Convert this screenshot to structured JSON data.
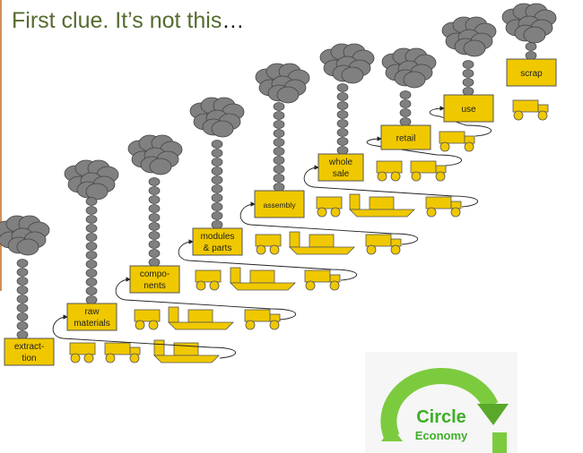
{
  "title": {
    "text": "First clue.   It’s not this",
    "ellipsis": "…"
  },
  "stages": [
    {
      "line1": "extract-",
      "line2": "tion"
    },
    {
      "line1": "raw",
      "line2": "materials"
    },
    {
      "line1": "compo-",
      "line2": "nents"
    },
    {
      "line1": "modules",
      "line2": "& parts"
    },
    {
      "line1": "assembly",
      "line2": ""
    },
    {
      "line1": "whole",
      "line2": "sale"
    },
    {
      "line1": "retail",
      "line2": ""
    },
    {
      "line1": "use",
      "line2": ""
    },
    {
      "line1": "scrap",
      "line2": ""
    }
  ],
  "logo": {
    "line1": "Circle",
    "line2": "Economy"
  },
  "colors": {
    "box": "#f0c800",
    "smoke": "#808080",
    "title": "#556b2f",
    "logo_green": "#6cbf3a"
  }
}
